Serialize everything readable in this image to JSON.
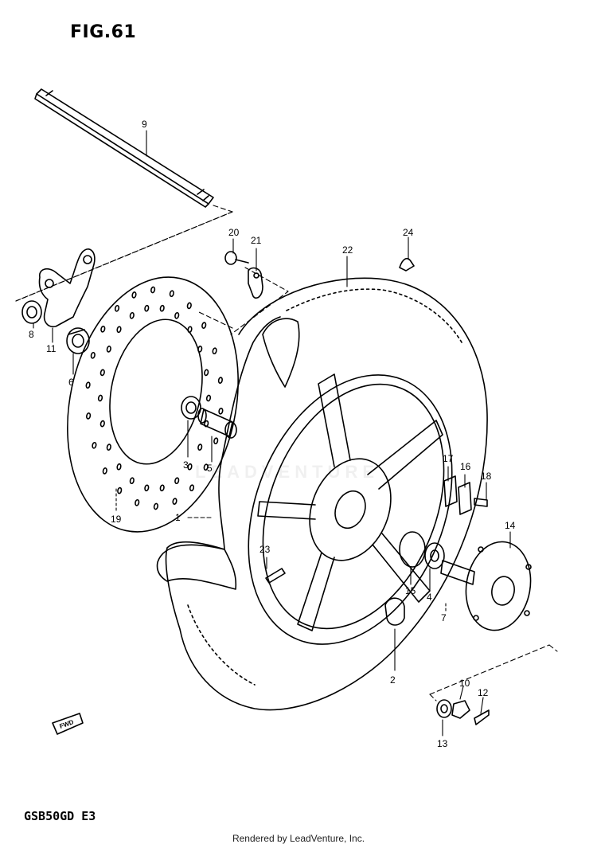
{
  "figure": {
    "title": "FIG.61"
  },
  "model_code": "GSB50GD E3",
  "watermark": "LEADVENTURE",
  "footer": "Rendered by LeadVenture, Inc.",
  "fwd_label": "FWD",
  "callouts": [
    "1",
    "2",
    "3",
    "4",
    "5",
    "6",
    "7",
    "8",
    "9",
    "10",
    "11",
    "12",
    "13",
    "14",
    "15",
    "16",
    "17",
    "18",
    "19",
    "20",
    "21",
    "22",
    "23",
    "24"
  ]
}
